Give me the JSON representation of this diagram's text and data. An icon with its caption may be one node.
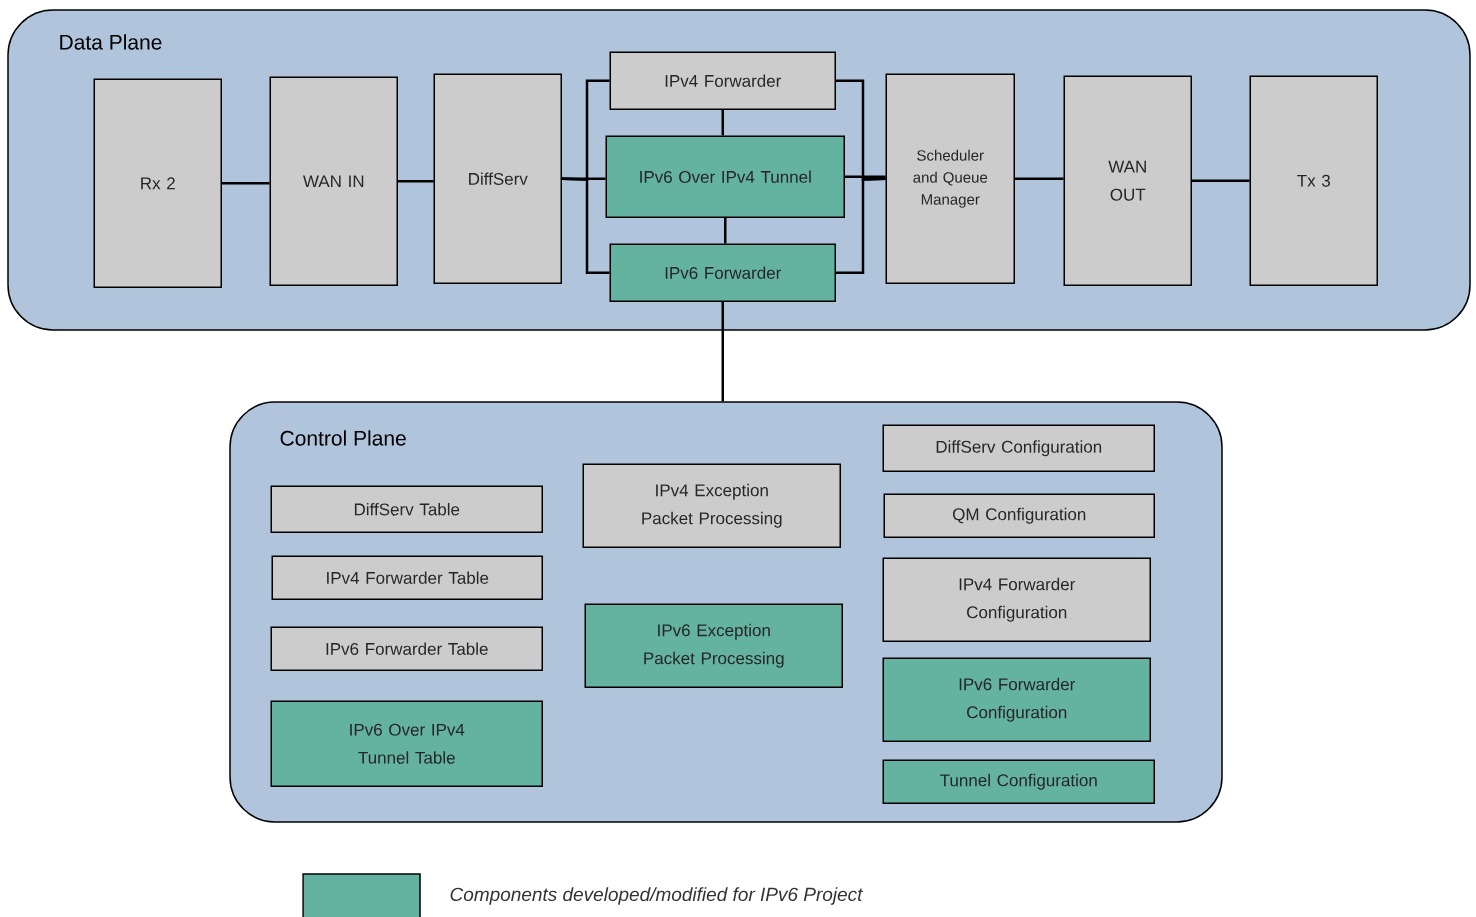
{
  "diagram": {
    "nodes": [
      {
        "text": [
          "Data Plane"
        ]
      },
      {
        "text": [
          "Rx 2"
        ],
        "in": 0
      },
      {
        "text": [
          "WAN IN"
        ],
        "in": 0
      },
      {
        "text": [
          "DiffServ"
        ],
        "in": 0
      },
      {
        "text": [
          "IPv4 Forwarder"
        ],
        "in": 0
      },
      {
        "text": [
          "IPv6 Over IPv4 Tunnel"
        ],
        "in": 0
      },
      {
        "text": [
          "IPv6 Forwarder"
        ],
        "in": 0
      },
      {
        "text": [
          "Scheduler and Queue Manager"
        ],
        "in": 0
      },
      {
        "text": [
          "WAN OUT"
        ],
        "in": 0
      },
      {
        "text": [
          "Tx 3"
        ],
        "in": 0
      },
      {
        "text": [
          "Control Plane"
        ]
      },
      {
        "text": [
          "DiffServ Table"
        ],
        "in": 10
      },
      {
        "text": [
          "IPv4 Forwarder Table"
        ],
        "in": 10
      },
      {
        "text": [
          "IPv6 Forwarder Table"
        ],
        "in": 10
      },
      {
        "text": [
          "IPv6  Over IPv4 Tunnel Table"
        ],
        "in": 10
      },
      {
        "text": [
          "IPv4 Exception Packet Processing"
        ],
        "in": 10
      },
      {
        "text": [
          "IPv6 Exception Packet Processing"
        ],
        "in": 10
      },
      {
        "text": [
          "DiffServ Configuration"
        ],
        "in": 10
      },
      {
        "text": [
          "QM Configuration"
        ],
        "in": 10
      },
      {
        "text": [
          "IPv4 Forwarder Configuration"
        ],
        "in": 10
      },
      {
        "text": [
          "IPv6 Forwarder Configuration"
        ],
        "in": 10
      },
      {
        "text": [
          "Tunnel Configuration"
        ],
        "in": 10
      }
    ],
    "edges": [
      {
        "from": 1,
        "to": 2,
        "arrow": "none"
      },
      {
        "from": 2,
        "to": 3,
        "arrow": "none"
      },
      {
        "from": 3,
        "to": 4,
        "arrow": "none"
      },
      {
        "from": 3,
        "to": 5,
        "arrow": "none"
      },
      {
        "from": 3,
        "to": 6,
        "arrow": "none"
      },
      {
        "from": 4,
        "to": 5,
        "arrow": "none"
      },
      {
        "from": 5,
        "to": 6,
        "arrow": "none"
      },
      {
        "from": 4,
        "to": 7,
        "arrow": "none"
      },
      {
        "from": 5,
        "to": 7,
        "arrow": "none"
      },
      {
        "from": 6,
        "to": 7,
        "arrow": "none"
      },
      {
        "from": 7,
        "to": 8,
        "arrow": "none"
      },
      {
        "from": 8,
        "to": 9,
        "arrow": "none"
      },
      {
        "from": 6,
        "to": 10,
        "arrow": "none"
      }
    ],
    "legend": [
      {
        "text": "Components developed/modified for IPv6 Project",
        "color": "#63b3a0"
      }
    ]
  }
}
